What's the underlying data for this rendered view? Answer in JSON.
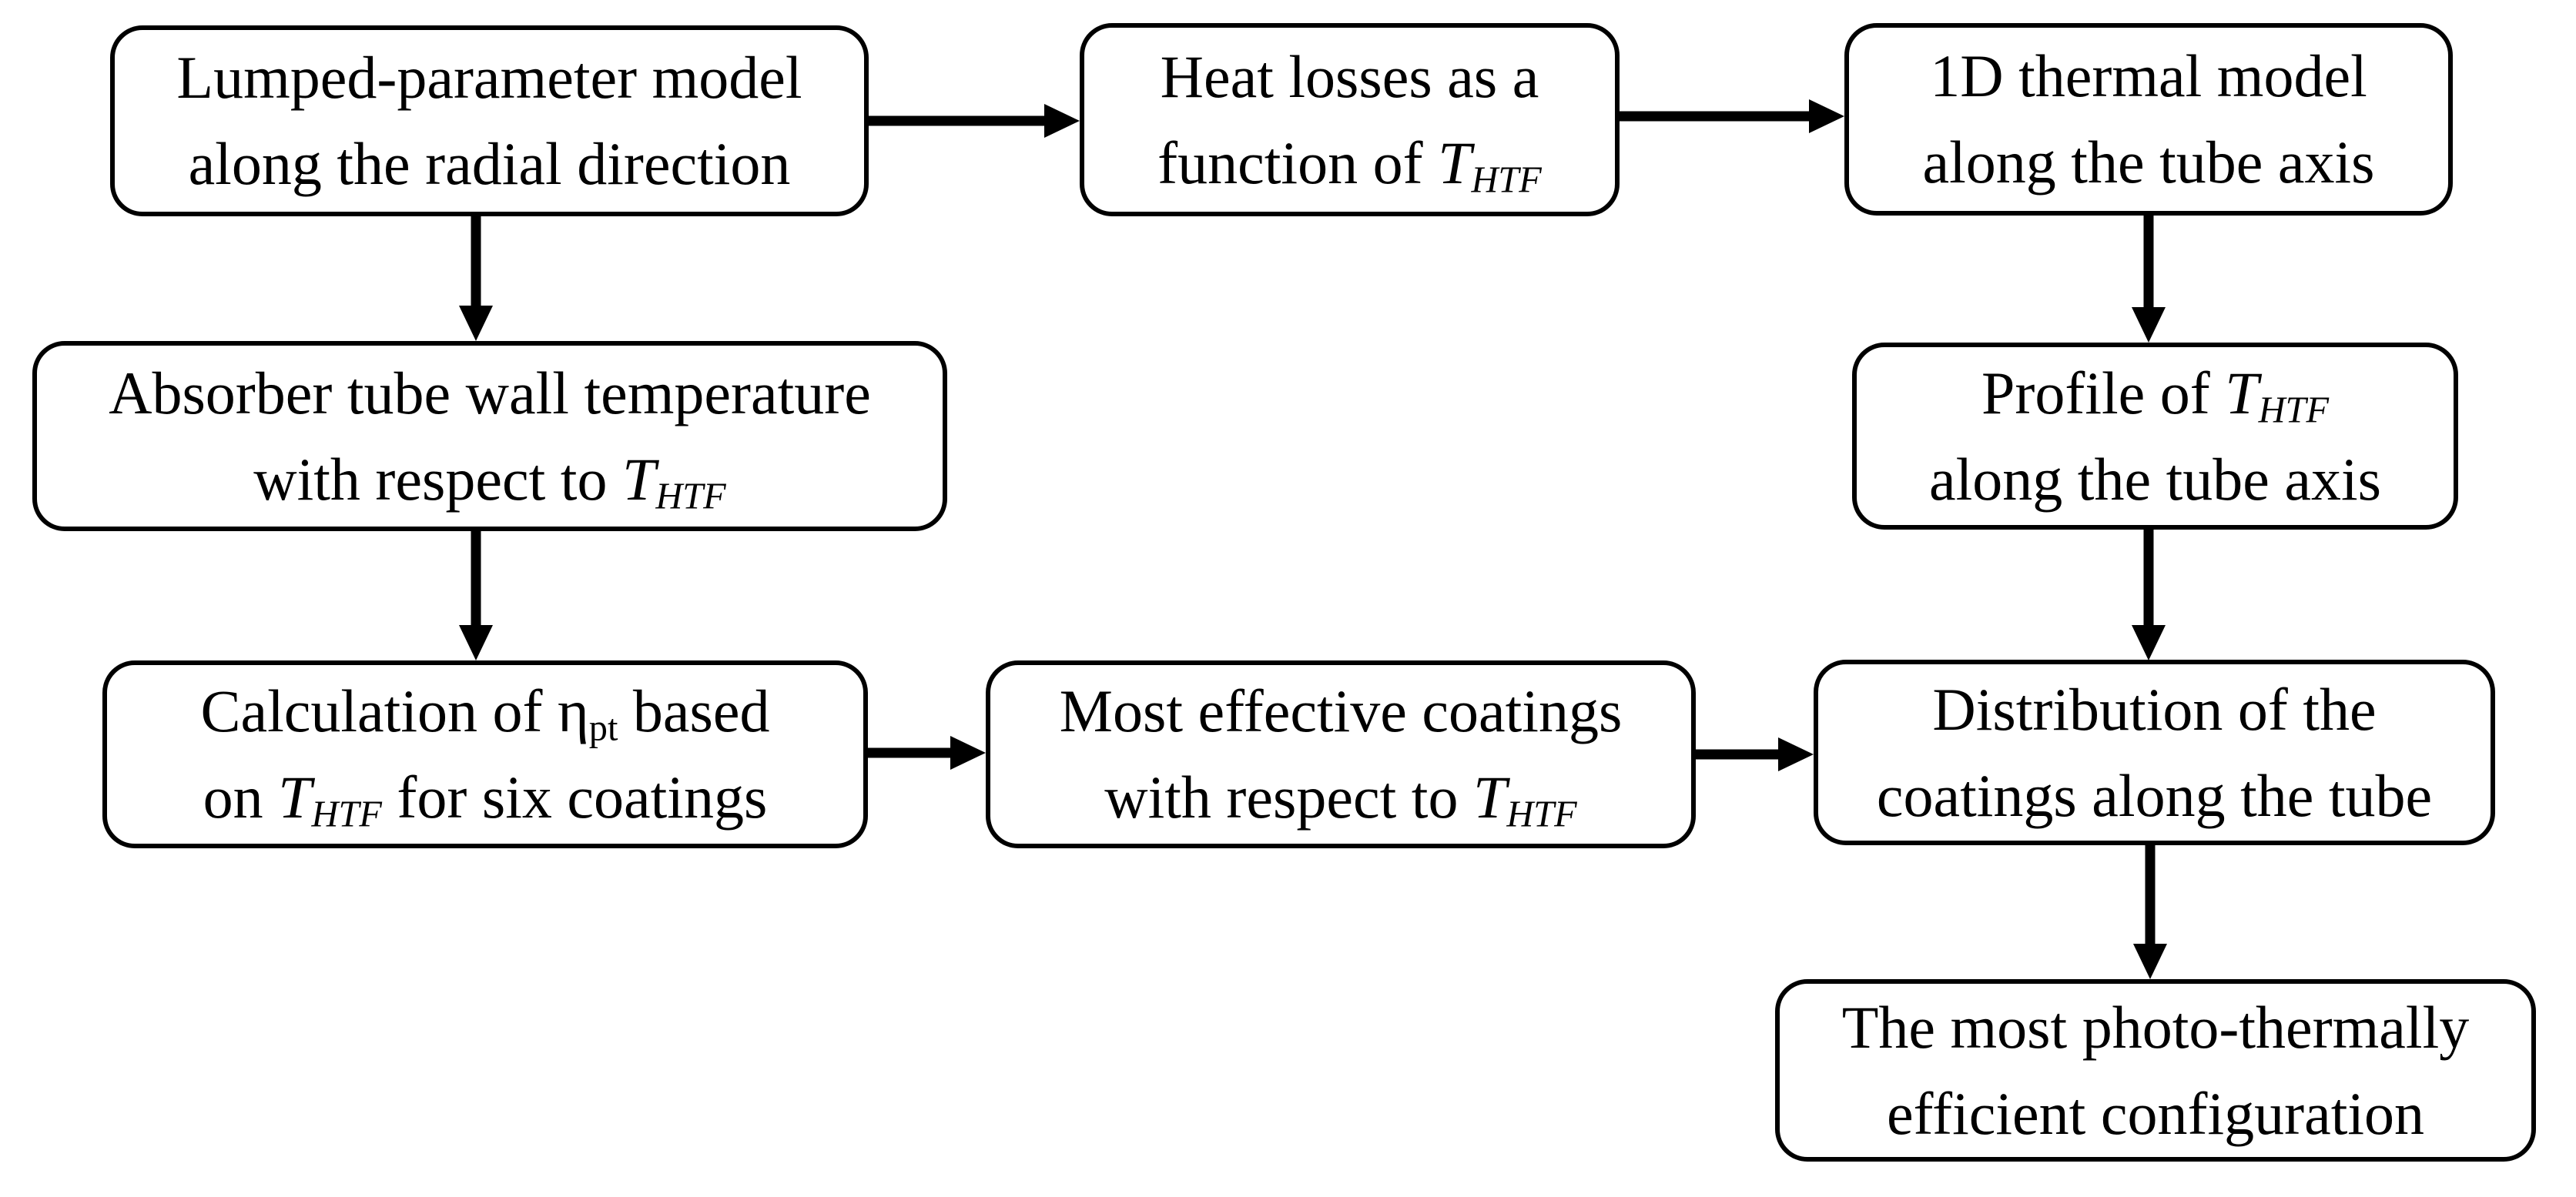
{
  "figure": {
    "type": "flowchart",
    "background_color": "#ffffff",
    "stroke_color": "#000000",
    "text_color": "#000000",
    "boxes": [
      {
        "id": "lumped-parameter-model",
        "lines": [
          [
            {
              "text": "Lumped-parameter model"
            }
          ],
          [
            {
              "text": "along the radial direction"
            }
          ]
        ]
      },
      {
        "id": "heat-losses",
        "lines": [
          [
            {
              "text": "Heat losses as a"
            }
          ],
          [
            {
              "text": "function of "
            },
            {
              "text": "T",
              "style": "italic"
            },
            {
              "text": "HTF",
              "style": "sub italic"
            }
          ]
        ]
      },
      {
        "id": "1d-thermal-model",
        "lines": [
          [
            {
              "text": "1D thermal model"
            }
          ],
          [
            {
              "text": "along the tube axis"
            }
          ]
        ]
      },
      {
        "id": "absorber-wall-temperature",
        "lines": [
          [
            {
              "text": "Absorber tube wall temperature"
            }
          ],
          [
            {
              "text": "with respect to "
            },
            {
              "text": "T",
              "style": "italic"
            },
            {
              "text": "HTF",
              "style": "sub italic"
            }
          ]
        ]
      },
      {
        "id": "profile-of-thtf",
        "lines": [
          [
            {
              "text": "Profile of "
            },
            {
              "text": "T",
              "style": "italic"
            },
            {
              "text": "HTF",
              "style": "sub italic"
            }
          ],
          [
            {
              "text": "along the tube axis"
            }
          ]
        ]
      },
      {
        "id": "calculation-of-eta-pt",
        "lines": [
          [
            {
              "text": "Calculation of "
            },
            {
              "text": "η"
            },
            {
              "text": "pt",
              "style": "sub"
            },
            {
              "text": " based"
            }
          ],
          [
            {
              "text": "on "
            },
            {
              "text": "T",
              "style": "italic"
            },
            {
              "text": "HTF",
              "style": "sub italic"
            },
            {
              "text": " for six coatings"
            }
          ]
        ]
      },
      {
        "id": "most-effective-coatings",
        "lines": [
          [
            {
              "text": "Most effective coatings"
            }
          ],
          [
            {
              "text": "with respect to "
            },
            {
              "text": "T",
              "style": "italic"
            },
            {
              "text": "HTF",
              "style": "sub italic"
            }
          ]
        ]
      },
      {
        "id": "coatings-distribution",
        "lines": [
          [
            {
              "text": "Distribution of the"
            }
          ],
          [
            {
              "text": "coatings along the tube"
            }
          ]
        ]
      },
      {
        "id": "most-efficient-configuration",
        "lines": [
          [
            {
              "text": "The most photo-thermally"
            }
          ],
          [
            {
              "text": "efficient configuration"
            }
          ]
        ]
      }
    ],
    "edges": [
      {
        "from": "lumped-parameter-model",
        "to": "heat-losses"
      },
      {
        "from": "heat-losses",
        "to": "1d-thermal-model"
      },
      {
        "from": "lumped-parameter-model",
        "to": "absorber-wall-temperature"
      },
      {
        "from": "1d-thermal-model",
        "to": "profile-of-thtf"
      },
      {
        "from": "absorber-wall-temperature",
        "to": "calculation-of-eta-pt"
      },
      {
        "from": "profile-of-thtf",
        "to": "coatings-distribution"
      },
      {
        "from": "calculation-of-eta-pt",
        "to": "most-effective-coatings"
      },
      {
        "from": "most-effective-coatings",
        "to": "coatings-distribution"
      },
      {
        "from": "coatings-distribution",
        "to": "most-efficient-configuration"
      }
    ]
  }
}
